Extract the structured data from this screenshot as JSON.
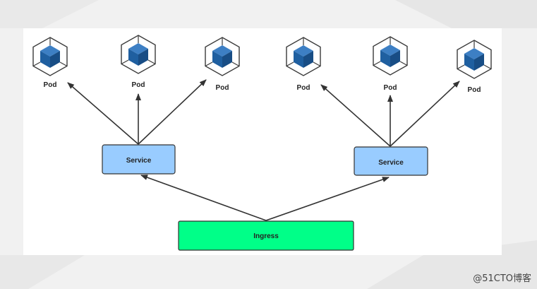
{
  "nodes": {
    "pod_label": "Pod",
    "service_label": "Service",
    "ingress_label": "Ingress"
  },
  "colors": {
    "service_fill": "#99ccff",
    "ingress_fill": "#00ff88",
    "cube_blue": "#1f5fa0",
    "edge": "#333333"
  },
  "icons": {
    "pod": "kubernetes-pod-cube-icon"
  },
  "watermark": "@51CTO博客"
}
